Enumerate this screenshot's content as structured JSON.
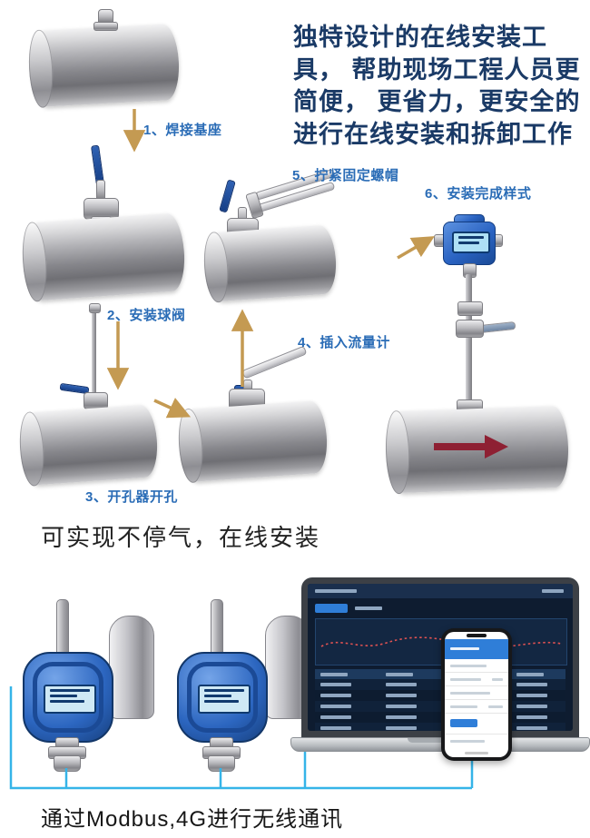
{
  "intro": {
    "text": "独特设计的在线安装工具， 帮助现场工程人员更简便， 更省力，更安全的进行在线安装和拆卸工作"
  },
  "steps": [
    {
      "label": "1、焊接基座"
    },
    {
      "label": "2、安装球阀"
    },
    {
      "label": "3、开孔器开孔"
    },
    {
      "label": "4、插入流量计"
    },
    {
      "label": "5、拧紧固定螺帽"
    },
    {
      "label": "6、安装完成样式"
    }
  ],
  "captions": {
    "mid": "可实现不停气，在线安装",
    "bottom": "通过Modbus,4G进行无线通讯"
  },
  "colors": {
    "step_label": "#2a6cb6",
    "intro_text": "#1a3a66",
    "arrow_gold": "#c49a52",
    "wire_blue": "#35b4e8",
    "flow_arrow_red": "#8e2033",
    "detector_blue": "#2c66c0",
    "accent_blue": "#2f7ed8"
  }
}
